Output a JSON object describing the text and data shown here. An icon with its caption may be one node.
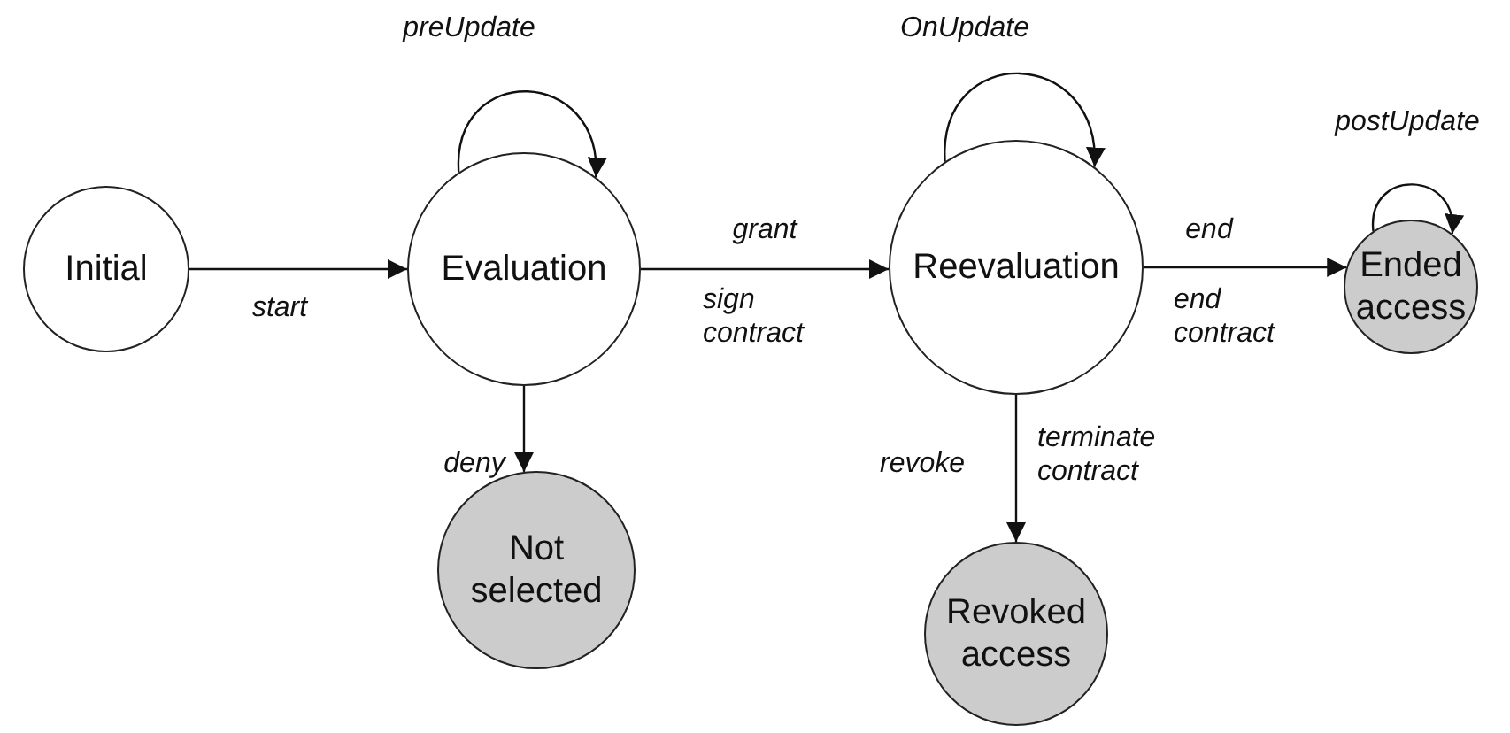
{
  "diagram": {
    "nodes": [
      {
        "text": [
          "Initial"
        ]
      },
      {
        "text": [
          "Evaluation"
        ]
      },
      {
        "text": [
          "Reevaluation"
        ]
      },
      {
        "text": [
          "Ended access"
        ]
      },
      {
        "text": [
          "Not selected"
        ]
      },
      {
        "text": [
          "Revoked access"
        ]
      }
    ],
    "edges": [
      {
        "from": 0,
        "to": 1,
        "arrow": "to",
        "label": "start"
      },
      {
        "from": 1,
        "to": 1,
        "arrow": "to",
        "label": "preUpdate"
      },
      {
        "from": 1,
        "to": 2,
        "arrow": "to",
        "label": "grant"
      },
      {
        "from": 2,
        "to": 2,
        "arrow": "to",
        "label": "OnUpdate"
      },
      {
        "from": 2,
        "to": 3,
        "arrow": "to",
        "label": "end"
      },
      {
        "from": 3,
        "to": 3,
        "arrow": "to",
        "label": "postUpdate"
      },
      {
        "from": 1,
        "to": 4,
        "arrow": "to",
        "label": "deny"
      },
      {
        "from": 2,
        "to": 5,
        "arrow": "to",
        "label": "revoke"
      }
    ],
    "labels": [
      "sign contract",
      "end contract",
      "terminate contract"
    ]
  }
}
